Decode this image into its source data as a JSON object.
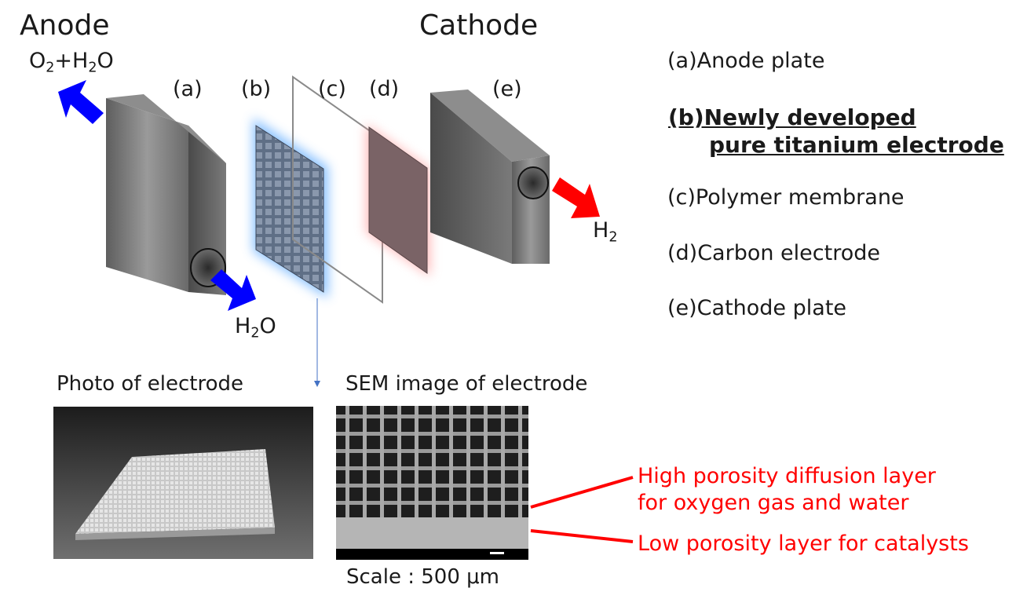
{
  "headings": {
    "anode": "Anode",
    "cathode": "Cathode"
  },
  "flows": {
    "o2_main": "O",
    "o2_sub": "2",
    "plus_h": "+H",
    "h2o_sub": "2",
    "o_tail": "O",
    "h2o_in_main": "H",
    "h2o_in_sub": "2",
    "h2o_in_tail": "O",
    "h2_main": "H",
    "h2_sub": "2"
  },
  "component_labels": [
    "(a)",
    "(b)",
    "(c)",
    "(d)",
    "(e)"
  ],
  "legend": {
    "a": "(a)Anode plate",
    "b_line1": "(b)Newly developed",
    "b_line2": "pure titanium electrode",
    "c": "(c)Polymer membrane",
    "d": "(d)Carbon electrode",
    "e": "(e)Cathode plate"
  },
  "photo_caption": "Photo of electrode",
  "sem_caption": "SEM image of electrode",
  "scale_text": "Scale : 500 μm",
  "annotations": {
    "high_line1": "High porosity diffusion layer",
    "high_line2": "for oxygen gas and water",
    "low": "Low porosity layer for catalysts"
  },
  "colors": {
    "arrow_blue": "#0000ff",
    "arrow_red": "#ff0000",
    "annotation_red": "#ff0000"
  }
}
